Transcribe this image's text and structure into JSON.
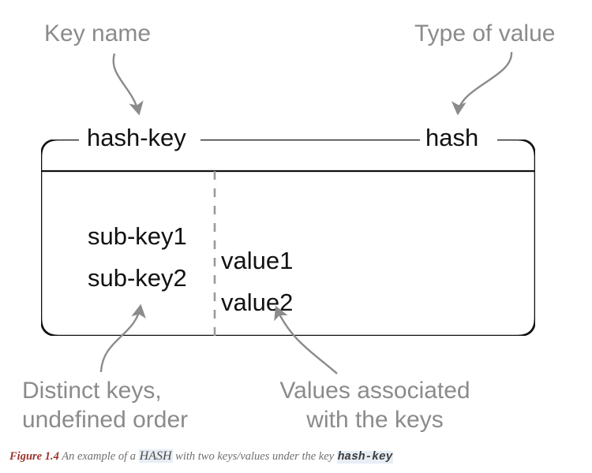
{
  "figure": {
    "box": {
      "key_title": "hash-key",
      "type_title": "hash",
      "rows": [
        {
          "key": "sub-key1",
          "value": "value1"
        },
        {
          "key": "sub-key2",
          "value": "value2"
        }
      ]
    },
    "annotations": {
      "key_name": "Key name",
      "type_of_value": "Type of value",
      "distinct_keys": "Distinct keys,\nundefined order",
      "values_associated": "Values associated\nwith the keys"
    },
    "caption": {
      "figure_number": "Figure 1.4",
      "part1": " An example of a ",
      "code1": "HASH",
      "part2": " with two keys/values under the key ",
      "code2": "hash-key"
    },
    "colors": {
      "annotation_gray": "#8b8b8b",
      "box_stroke": "#111111",
      "divider_gray": "#9a9a9a",
      "arrow_gray": "#8b8b8b",
      "figure_number_red": "#9c342a",
      "code_highlight": "#e8eef5",
      "background": "#ffffff"
    }
  }
}
